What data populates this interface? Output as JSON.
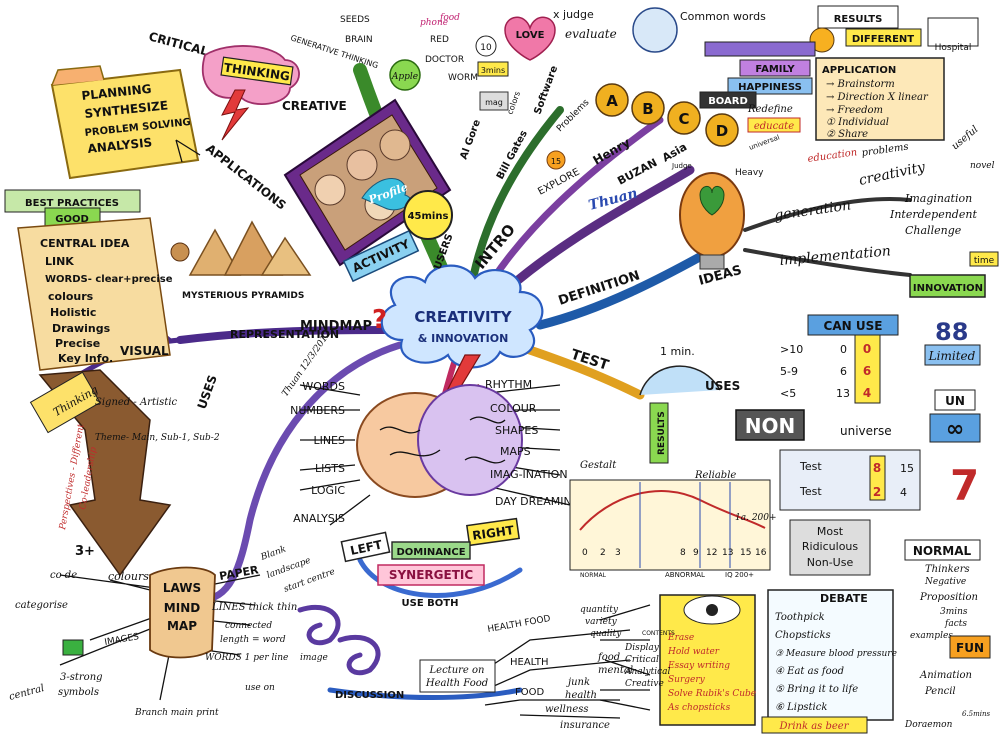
{
  "center": {
    "line1": "CREATIVITY",
    "line2": "& INNOVATION"
  },
  "intro": {
    "branch": "INTRO",
    "critical": "CRITICAL",
    "thinking": "THINKING",
    "creative": "CREATIVE",
    "applications": "APPLICATIONS",
    "planning": [
      "PLANNING",
      "SYNTHESIZE",
      "PROBLEM SOLVING",
      "ANALYSIS"
    ],
    "pyramids": "MYSTERIOUS PYRAMIDS",
    "activity": "ACTIVITY",
    "profile": "Profile",
    "timer": "45mins",
    "users": "USERS",
    "generative": "GENERATIVE THINKING",
    "seeds": "SEEDS",
    "brain": "BRAIN",
    "apple": "Apple",
    "phone": "phone",
    "food": "food",
    "red": "RED",
    "doctor": "DOCTOR",
    "worm": "WORM",
    "love": "LOVE",
    "three_mins": "3mins",
    "ten": "10",
    "software": "Software",
    "algore": "Al Gore",
    "billgates": "Bill Gates",
    "mag": "mag",
    "colors": "colors",
    "problems_branch": "Problems",
    "minutes_15": "15",
    "explore": "EXPLORE",
    "henry": "Henry",
    "buzan": "BUZAN",
    "asia": "Asia",
    "thuan": "Thuan",
    "judge_small": "Judge"
  },
  "evaluate": {
    "judge": "x judge",
    "evaluate": "evaluate",
    "common_words": "Common words",
    "results": "RESULTS",
    "different": "DIFFERENT",
    "hospital": "Hospital",
    "family": "FAMILY",
    "happiness": "HAPPINESS",
    "board": "BOARD",
    "redefine": "Redefine",
    "educate": "educate",
    "education": "education",
    "problems": "problems",
    "universal": "universal",
    "abcd": [
      "A",
      "B",
      "C",
      "D"
    ],
    "application_title": "APPLICATION",
    "application": [
      "→ Brainstorm",
      "→ Direction X linear",
      "→ Freedom",
      "① Individual",
      "② Share"
    ]
  },
  "definition": {
    "branch": "DEFINITION",
    "ideas": "IDEAS",
    "heavy": "Heavy",
    "generation": "generation",
    "creativity": "creativity",
    "useful": "useful",
    "novel": "novel",
    "imagination": "Imagination",
    "interdependent": "Interdependent",
    "challenge": "Challenge",
    "implementation": "implementation",
    "innovation": "INNOVATION",
    "time": "time"
  },
  "test": {
    "branch": "TEST",
    "one_min": "1 min.",
    "uses": "USES",
    "results": "RESULTS",
    "can_use": "CAN USE",
    "rows": [
      {
        "range": ">10",
        "count": "0"
      },
      {
        "range": "5-9",
        "count": "6"
      },
      {
        "range": "<5",
        "count": "13"
      }
    ],
    "can_use_values": [
      "0",
      "6",
      "4"
    ],
    "eighty_eight": "88",
    "limited": "Limited",
    "un": "UN",
    "infinity": "∞",
    "non": "NON",
    "universe": "universe",
    "test_a": "Test",
    "test_a_values": [
      "8",
      "15"
    ],
    "test_b": "Test",
    "test_b_values": [
      "2",
      "4"
    ],
    "seven": "7",
    "normal": "NORMAL",
    "thinkers": "Thinkers",
    "negative": "Negative",
    "reliable": "Reliable",
    "most": [
      "Most",
      "Ridiculous",
      "Non-Use"
    ],
    "chart_values": "1a. 200+",
    "axis_ticks": [
      "0",
      "2",
      "3",
      "8",
      "9",
      "12",
      "13",
      "15",
      "16"
    ],
    "axis_labels": [
      "NORMAL",
      "ABNORMAL",
      "IQ 200+"
    ]
  },
  "debate": {
    "title": "DEBATE",
    "items": [
      "Toothpick",
      "Chopsticks",
      "③ Measure blood pressure",
      "④ Eat as food",
      "⑤ Bring it to life",
      "⑥ Lipstick"
    ],
    "left_items": [
      "Erase",
      "Hold water",
      "Essay writing",
      "Surgery",
      "Solve Rubik's Cube",
      "As chopsticks"
    ],
    "drink": "Drink as beer",
    "contents": "CONTENTS",
    "display": [
      "Display",
      "Critical",
      "Analytical",
      "Creative"
    ],
    "proposition": "Proposition",
    "mins": "3mins",
    "facts": "facts",
    "examples": "examples",
    "fun": "FUN",
    "animation": "Animation",
    "pencil": "Pencil",
    "signature": "Doraemon",
    "small_mark": "6.5mins"
  },
  "brain": {
    "left_words": [
      "WORDS",
      "NUMBERS",
      "LINES",
      "LISTS",
      "LOGIC",
      "ANALYSIS"
    ],
    "right_words": [
      "RHYTHM",
      "COLOUR",
      "SHAPES",
      "MAPS",
      "IMAG-INATION",
      "DAY DREAMING"
    ],
    "gestalt": "Gestalt",
    "left": "LEFT",
    "right": "RIGHT",
    "dominance": "DOMINANCE",
    "synergetic": "SYNERGETIC",
    "use_both": "USE BOTH",
    "thuan_date": "Thuan 12/3/2012"
  },
  "mindmap": {
    "branch": "MINDMAP",
    "representation": "REPRESENTATION",
    "uses": "USES",
    "visual": "VISUAL",
    "best_practices": "BEST PRACTICES",
    "good": "GOOD",
    "practices": [
      "CENTRAL IDEA",
      "LINK",
      "WORDS- clear+precise",
      "colours",
      "Holistic",
      "Drawings",
      "Precise",
      "Key Info."
    ],
    "thinking": "Thinking",
    "signed": "Signed - Artistic",
    "theme": "Theme- Main, Sub-1, Sub-2",
    "perspectives": "Perspectives - Different",
    "co_leadership": "Co-leadership"
  },
  "laws": {
    "scroll": [
      "LAWS",
      "MIND",
      "MAP"
    ],
    "three_plus": "3+",
    "colours": "colours",
    "code": "co de",
    "categorise": "categorise",
    "images": "IMAGES",
    "central": "central",
    "strong": "3-strong",
    "symbols": "symbols",
    "paper": "PAPER",
    "blank": "Blank",
    "landscape": "landscape",
    "start_centre": "start centre",
    "lines": "LINES thick thin",
    "connected": "connected",
    "length": "length = word",
    "image": "image",
    "words1": "WORDS 1 per line",
    "use_on": "use on",
    "branch_main": "Branch main print"
  },
  "discussion": {
    "branch": "DISCUSSION",
    "lecture": [
      "Lecture on",
      "Health Food"
    ],
    "health_food": "HEALTH FOOD",
    "health": "HEALTH",
    "food": "FOOD",
    "qty": [
      "quantity",
      "variety",
      "quality"
    ],
    "food2": [
      "food",
      "mental"
    ],
    "junk": [
      "junk",
      "health"
    ],
    "wellness": "wellness",
    "insurance": "insurance"
  }
}
